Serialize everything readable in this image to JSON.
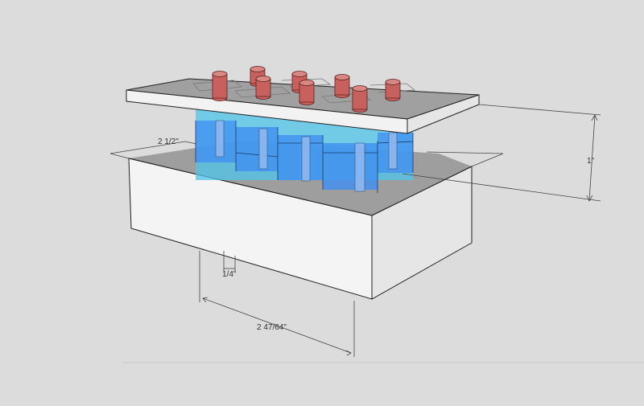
{
  "colors": {
    "background": "#dcdcdc",
    "base_front": "#f4f4f4",
    "base_side": "#e6e6e6",
    "base_top": "#9e9e9e",
    "plate_top": "#a0a0a0",
    "plate_edge": "#f2f2f2",
    "well_blue": "#3f8ef2",
    "well_cyan": "#4fc6ea",
    "pin_red": "#c8615d",
    "dimension_line": "#444444"
  },
  "dimensions": {
    "base_width": "2 1/2\"",
    "height": "1\"",
    "small_offset": "1/4\"",
    "base_length": "2 47/64\""
  },
  "icons": {
    "pin": "red-cylinder-pin",
    "well": "translucent-blue-well"
  }
}
